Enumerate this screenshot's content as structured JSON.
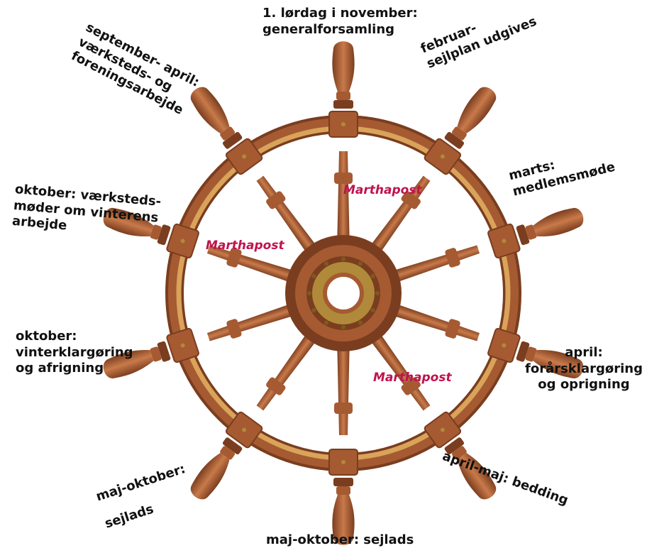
{
  "colors": {
    "wood_dark": "#7a3d1f",
    "wood_mid": "#a55a32",
    "wood_light": "#c97a4a",
    "rim_inlay": "#d9a35a",
    "brass": "#b08a3a",
    "label_text": "#111111",
    "marthapost": "#c0134e"
  },
  "labels": {
    "top": [
      "1. lørdag i november:",
      "generalforsamling"
    ],
    "feb": [
      "februar-",
      "sejlplan udgives"
    ],
    "mar": [
      "marts:",
      "medlemsmøde"
    ],
    "apr": [
      "april:",
      "forårsklargøring",
      "og oprigning"
    ],
    "aprmaj": [
      "april-maj: bedding"
    ],
    "bottom": [
      "maj-oktober: sejlads"
    ],
    "majokt": [
      "maj-oktober:",
      "sejlads"
    ],
    "oktvinter": [
      "oktober:",
      "vinterklargøring",
      "og afrigning"
    ],
    "oktmoder": [
      "oktober: værksteds-",
      "møder om vinterens",
      "arbejde"
    ],
    "sepapr": [
      "september- april:",
      "værksteds- og",
      "foreningsarbejde"
    ]
  },
  "marthapost": [
    "Marthapost",
    "Marthapost",
    "Marthapost"
  ]
}
